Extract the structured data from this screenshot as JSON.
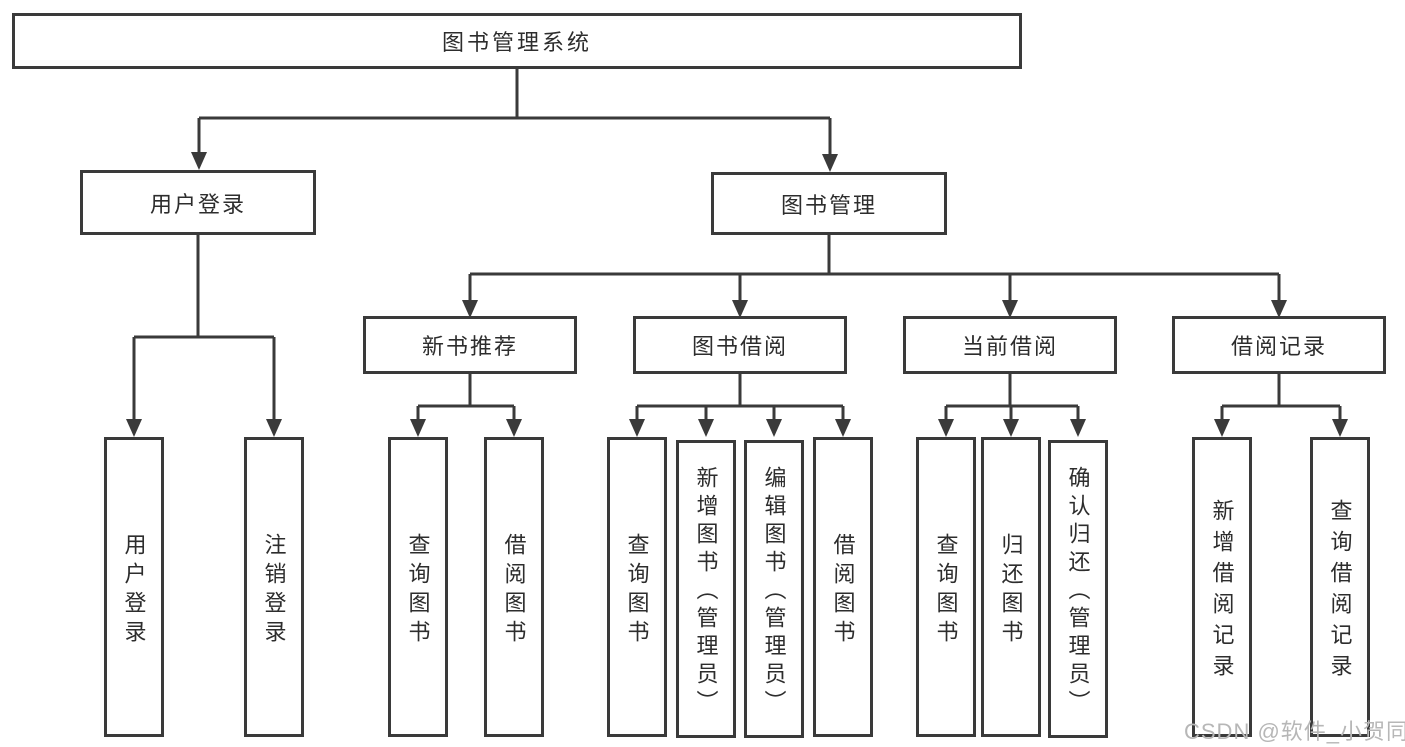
{
  "diagram_title": "图书管理系统",
  "tree": {
    "label": "图书管理系统",
    "children": [
      {
        "label": "用户登录",
        "children": [
          {
            "label": "用户登录"
          },
          {
            "label": "注销登录"
          }
        ]
      },
      {
        "label": "图书管理",
        "children": [
          {
            "label": "新书推荐",
            "children": [
              {
                "label": "查询图书"
              },
              {
                "label": "借阅图书"
              }
            ]
          },
          {
            "label": "图书借阅",
            "children": [
              {
                "label": "查询图书"
              },
              {
                "label": "新增图书（管理员）"
              },
              {
                "label": "编辑图书（管理员）"
              },
              {
                "label": "借阅图书"
              }
            ]
          },
          {
            "label": "当前借阅",
            "children": [
              {
                "label": "查询图书"
              },
              {
                "label": "归还图书"
              },
              {
                "label": "确认归还（管理员）"
              }
            ]
          },
          {
            "label": "借阅记录",
            "children": [
              {
                "label": "新增借阅记录"
              },
              {
                "label": "查询借阅记录"
              }
            ]
          }
        ]
      }
    ]
  },
  "watermark": {
    "text": "CSDN @软件_小贺同学"
  },
  "colors": {
    "line": "#3a3a3a",
    "text": "#2d2d2d",
    "watermark": "#b7b7b7",
    "bg": "#ffffff"
  }
}
